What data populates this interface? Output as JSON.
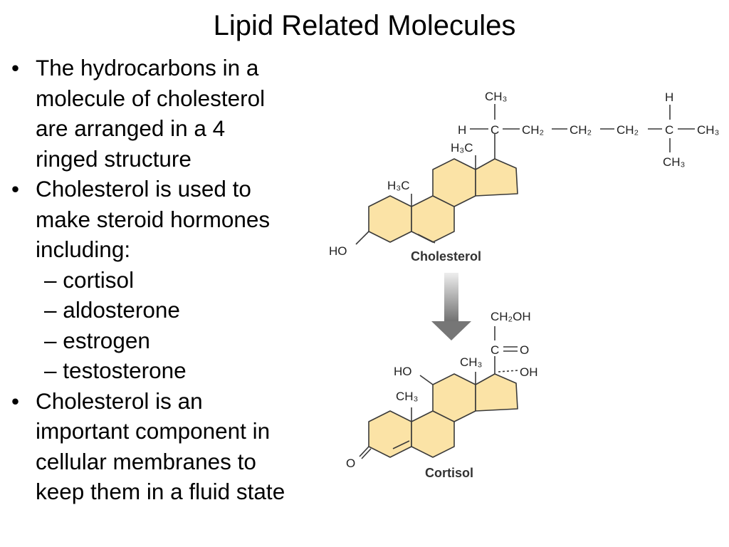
{
  "slide": {
    "title": "Lipid Related Molecules",
    "bullet_marker": "•",
    "sub_marker": "–",
    "bullets": [
      {
        "lines": [
          "The hydrocarbons in a",
          "molecule of cholesterol",
          "are arranged in a 4",
          "ringed structure"
        ]
      },
      {
        "lines": [
          "Cholesterol is used to",
          "make steroid hormones",
          "including:"
        ],
        "sub_items": [
          "cortisol",
          "aldosterone",
          "estrogen",
          "testosterone"
        ]
      },
      {
        "lines": [
          "Cholesterol is an",
          "important component in",
          "cellular membranes to",
          "keep them in a fluid state"
        ]
      }
    ]
  },
  "figure": {
    "colors": {
      "ring_fill": "#fbe3a6",
      "ring_stroke": "#3a3a3a",
      "arrow_light": "#e6e6e6",
      "arrow_dark": "#6e6e6e"
    },
    "cholesterol": {
      "name": "Cholesterol",
      "ho": "HO",
      "h3c_a": "H₃C",
      "h3c_b": "H₃C",
      "ch3_top": "CH₃",
      "h_left": "H",
      "c_chain": "C",
      "ch2_1": "CH₂",
      "ch2_2": "CH₂",
      "ch2_3": "CH₂",
      "c_branch": "C",
      "h_top": "H",
      "ch3_end": "CH₃",
      "ch3_bottom": "CH₃"
    },
    "cortisol": {
      "name": "Cortisol",
      "ch2oh": "CH₂OH",
      "c_ketone": "C",
      "o_ketone": "O",
      "oh": "OH",
      "ho": "HO",
      "ch3_a": "CH₃",
      "ch3_b": "CH₃",
      "o_ring": "O"
    }
  }
}
